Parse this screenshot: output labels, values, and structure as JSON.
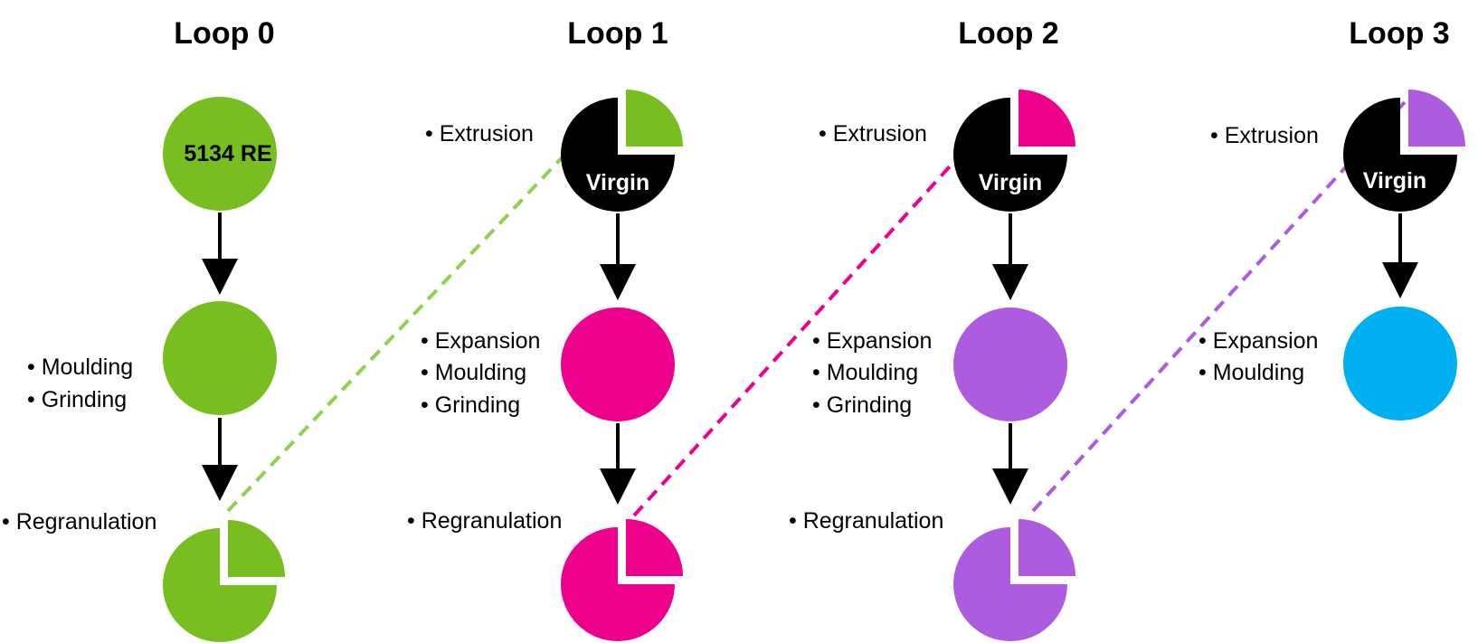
{
  "colors": {
    "green": "#78BE21",
    "green_dash": "#92D050",
    "magenta": "#EC008C",
    "purple": "#AD5CE0",
    "cyan": "#00B0F0",
    "black": "#000000",
    "white": "#FFFFFF"
  },
  "loops": [
    {
      "title": "Loop 0",
      "start_label": "5134 RE",
      "steps_mid": [
        "• Moulding",
        "• Grinding"
      ],
      "step_regran": "• Regranulation"
    },
    {
      "title": "Loop 1",
      "step_extrusion": "• Extrusion",
      "virgin_label": "Virgin",
      "steps_mid": [
        "• Expansion",
        "• Moulding",
        "• Grinding"
      ],
      "step_regran": "• Regranulation"
    },
    {
      "title": "Loop 2",
      "step_extrusion": "• Extrusion",
      "virgin_label": "Virgin",
      "steps_mid": [
        "• Expansion",
        "• Moulding",
        "• Grinding"
      ],
      "step_regran": "• Regranulation"
    },
    {
      "title": "Loop 3",
      "step_extrusion": "• Extrusion",
      "virgin_label": "Virgin",
      "steps_mid": [
        "• Expansion",
        "• Moulding"
      ]
    }
  ]
}
